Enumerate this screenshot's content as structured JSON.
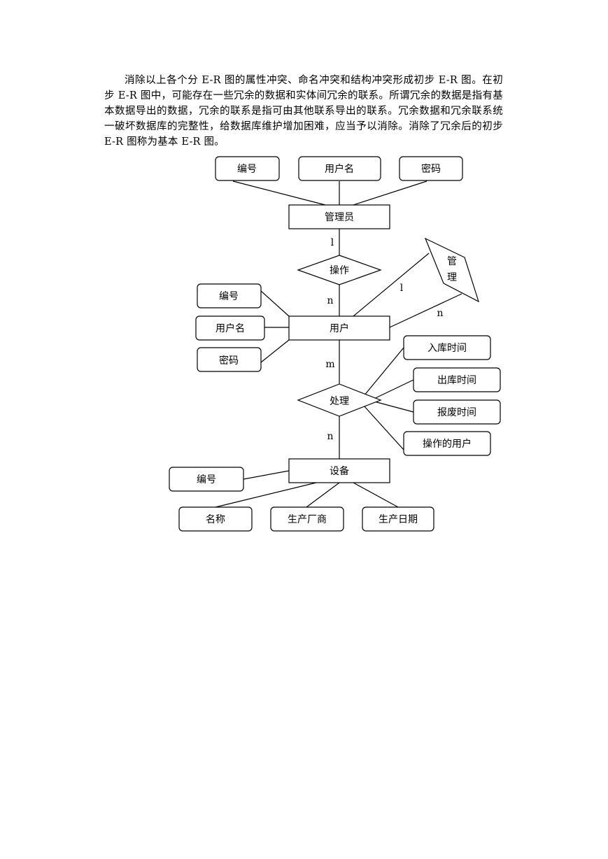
{
  "paragraph": "消除以上各个分 E-R 图的属性冲突、命名冲突和结构冲突形成初步 E-R 图。在初步 E-R 图中，可能存在一些冗余的数据和实体间冗余的联系。所谓冗余的数据是指有基本数据导出的数据，冗余的联系是指可由其他联系导出的联系。冗余数据和冗余联系统一破坏数据库的完整性，给数据库维护增加困难，应当予以消除。消除了冗余后的初步 E-R 图称为基本 E-R 图。",
  "diagram": {
    "admin": {
      "entity": "管理员",
      "attr_id": "编号",
      "attr_name": "用户名",
      "attr_pwd": "密码"
    },
    "rel_operate": {
      "name": "操作",
      "card_top": "l",
      "card_bottom": "n"
    },
    "user": {
      "entity": "用户",
      "attr_id": "编号",
      "attr_name": "用户名",
      "attr_pwd": "密码"
    },
    "rel_manage": {
      "char1": "管",
      "char2": "理",
      "card_left": "l",
      "card_right": "n"
    },
    "rel_process": {
      "name": "处理",
      "card_top": "m",
      "card_bottom": "n",
      "attr_in": "入库时间",
      "attr_out": "出库时间",
      "attr_scrap": "报废时间",
      "attr_user": "操作的用户"
    },
    "device": {
      "entity": "设备",
      "attr_id": "编号",
      "attr_name": "名称",
      "attr_maker": "生产厂商",
      "attr_date": "生产日期"
    }
  }
}
